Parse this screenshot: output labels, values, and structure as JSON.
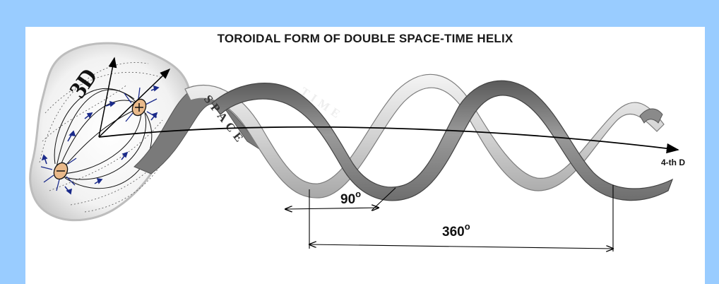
{
  "title": "TOROIDAL FORM OF DOUBLE SPACE-TIME HELIX",
  "labels": {
    "space": "SPACE",
    "time": "TIME",
    "fourth_d": "4-th D",
    "three_d": "3D",
    "angle_small": "90",
    "angle_large": "360",
    "degree": "o"
  },
  "colors": {
    "background": "#99ccff",
    "panel": "#ffffff",
    "space_ribbon": "#d8d8d8",
    "time_ribbon": "#8a8a8a",
    "field_lines": "#1a2a8a"
  }
}
